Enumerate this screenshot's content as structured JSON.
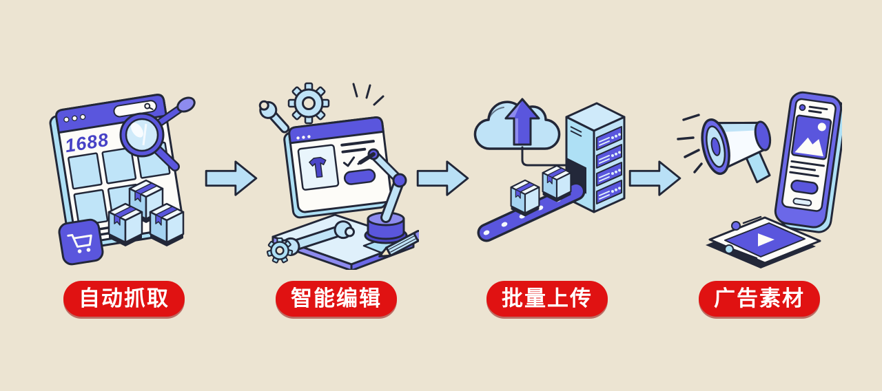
{
  "palette": {
    "background": "#ece4d2",
    "outline": "#222738",
    "purple": "#5a56dd",
    "purple_dark": "#4b46c8",
    "purple_light": "#8d8bef",
    "blue_light": "#b9e0f6",
    "blue_pale": "#dff0fb",
    "white": "#fdfcf8",
    "label_background": "#e01212",
    "label_text_color": "#ffffff"
  },
  "flow": {
    "direction": "left-to-right",
    "arrow_fill": "#b9e0f6",
    "arrow_outline": "#222738",
    "arrow_count": 3
  },
  "steps": [
    {
      "id": "auto-scrape",
      "label": "自动抓取",
      "art_text": "1688",
      "illustration": "browser-window-with-1688-magnifier-cart-and-parcel-boxes",
      "icons": [
        "browser-window-icon",
        "magnifier-icon",
        "shopping-cart-icon",
        "parcel-boxes-icon"
      ]
    },
    {
      "id": "smart-edit",
      "label": "智能编辑",
      "illustration": "laptop-with-robot-arm-gears-wrench-and-pencil",
      "icons": [
        "laptop-icon",
        "robot-arm-icon",
        "gear-icon",
        "wrench-icon",
        "pencil-icon",
        "tshirt-icon",
        "sparkle-icon"
      ]
    },
    {
      "id": "batch-upload",
      "label": "批量上传",
      "illustration": "cloud-upload-to-server-with-conveyor-belt-of-boxes",
      "icons": [
        "cloud-icon",
        "upload-arrow-icon",
        "server-rack-icon",
        "conveyor-belt-icon",
        "parcel-boxes-icon"
      ]
    },
    {
      "id": "ad-assets",
      "label": "广告素材",
      "illustration": "megaphone-smartphone-and-video-ad-card",
      "icons": [
        "megaphone-icon",
        "sound-waves-icon",
        "smartphone-icon",
        "image-icon",
        "play-button-icon"
      ]
    }
  ]
}
